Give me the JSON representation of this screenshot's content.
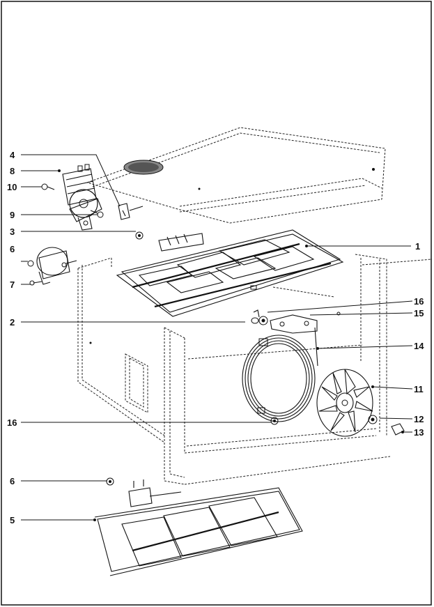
{
  "callouts": [
    {
      "id": "c1",
      "label": "1"
    },
    {
      "id": "c2",
      "label": "2"
    },
    {
      "id": "c3",
      "label": "3"
    },
    {
      "id": "c4",
      "label": "4"
    },
    {
      "id": "c5",
      "label": "5"
    },
    {
      "id": "c6a",
      "label": "6"
    },
    {
      "id": "c6b",
      "label": "6"
    },
    {
      "id": "c7",
      "label": "7"
    },
    {
      "id": "c8",
      "label": "8"
    },
    {
      "id": "c9",
      "label": "9"
    },
    {
      "id": "c10",
      "label": "10"
    },
    {
      "id": "c11",
      "label": "11"
    },
    {
      "id": "c12",
      "label": "12"
    },
    {
      "id": "c13",
      "label": "13"
    },
    {
      "id": "c14",
      "label": "14"
    },
    {
      "id": "c15",
      "label": "15"
    },
    {
      "id": "c16a",
      "label": "16"
    },
    {
      "id": "c16b",
      "label": "16"
    }
  ],
  "colors": {
    "ink": "#111111",
    "paper": "#ffffff"
  }
}
